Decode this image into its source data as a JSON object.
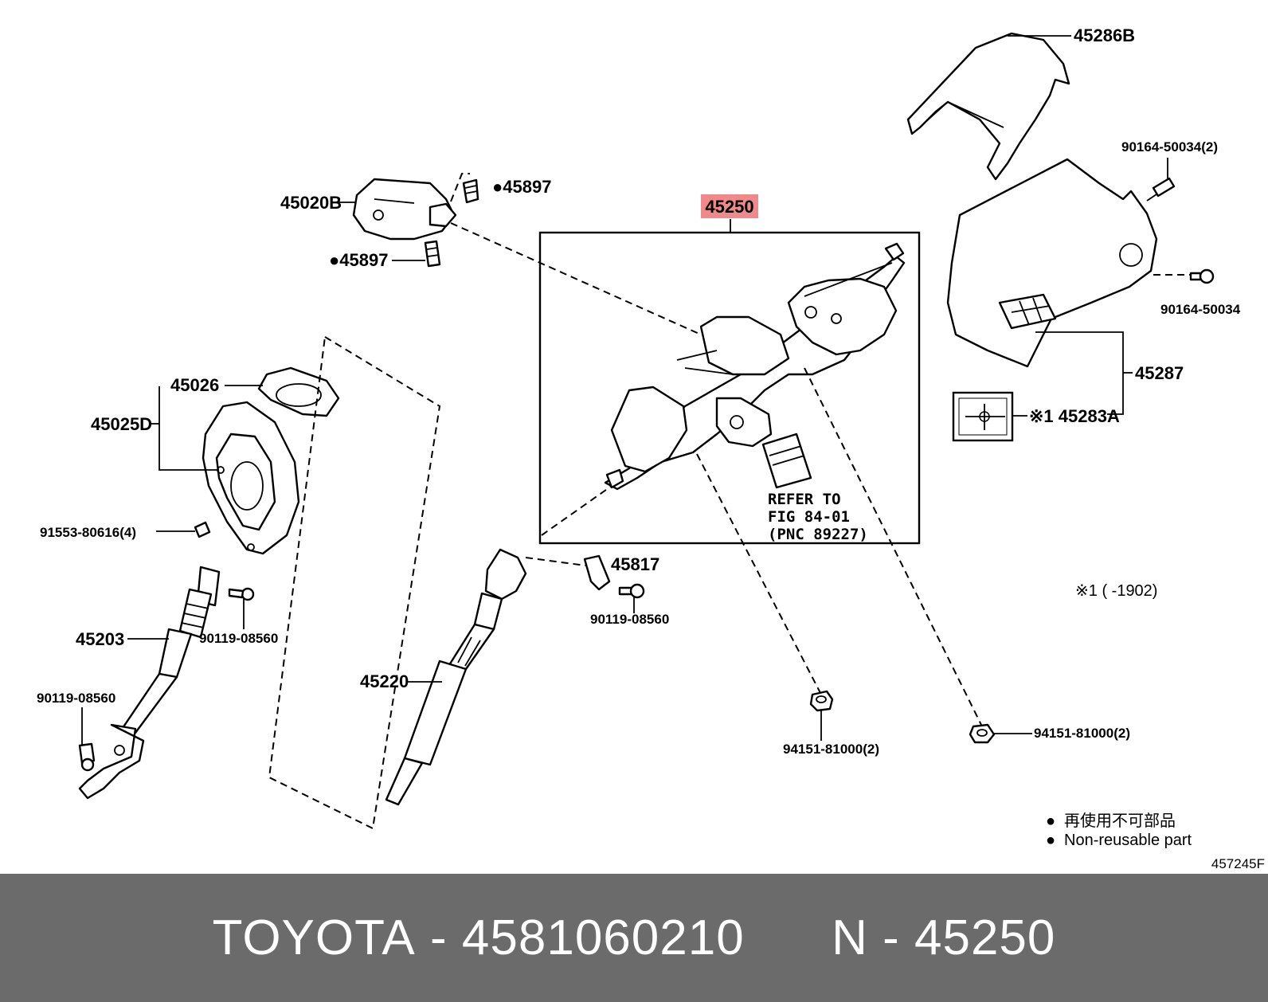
{
  "diagram": {
    "labels": {
      "p45286B": "45286B",
      "p90164_50034_2": "90164-50034(2)",
      "p45250": "45250",
      "p45020B": "45020B",
      "p45897_top": "●45897",
      "p45897_bottom": "●45897",
      "p90164_50034": "90164-50034",
      "p45287": "45287",
      "p45026": "45026",
      "p45025D": "45025D",
      "p45283A": "※1 45283A",
      "p91553": "91553-80616(4)",
      "p45817": "45817",
      "p90119_a": "90119-08560",
      "p90119_b": "90119-08560",
      "p90119_c": "90119-08560",
      "p45203": "45203",
      "p45220": "45220",
      "p94151_a": "94151-81000(2)",
      "p94151_b": "94151-81000(2)"
    },
    "refer": {
      "line1": "REFER TO",
      "line2": "FIG 84-01",
      "line3": "(PNC 89227)"
    },
    "note": "※1 (      -1902)",
    "legend": {
      "jp": "再使用不可部品",
      "en": "Non-reusable part",
      "bullet": "●"
    },
    "figure_id": "457245F",
    "highlight_color": "#f08a8a"
  },
  "footer": {
    "brand": "TOYOTA",
    "separator": "-",
    "part_number": "4581060210",
    "pnc_prefix": "N",
    "pnc": "45250"
  }
}
